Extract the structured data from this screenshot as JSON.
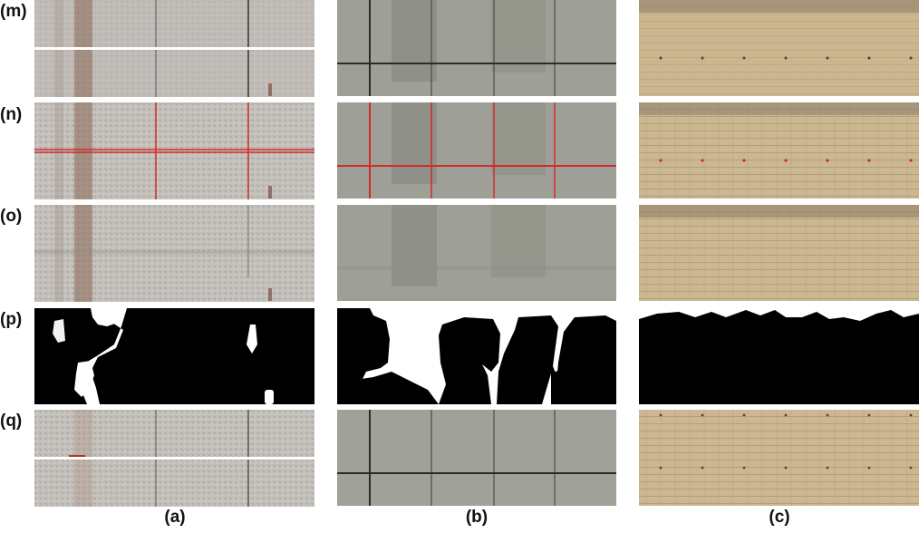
{
  "figure": {
    "row_labels": [
      "(m)",
      "(n)",
      "(o)",
      "(p)",
      "(q)"
    ],
    "column_labels": [
      "(a)",
      "(b)",
      "(c)"
    ]
  }
}
